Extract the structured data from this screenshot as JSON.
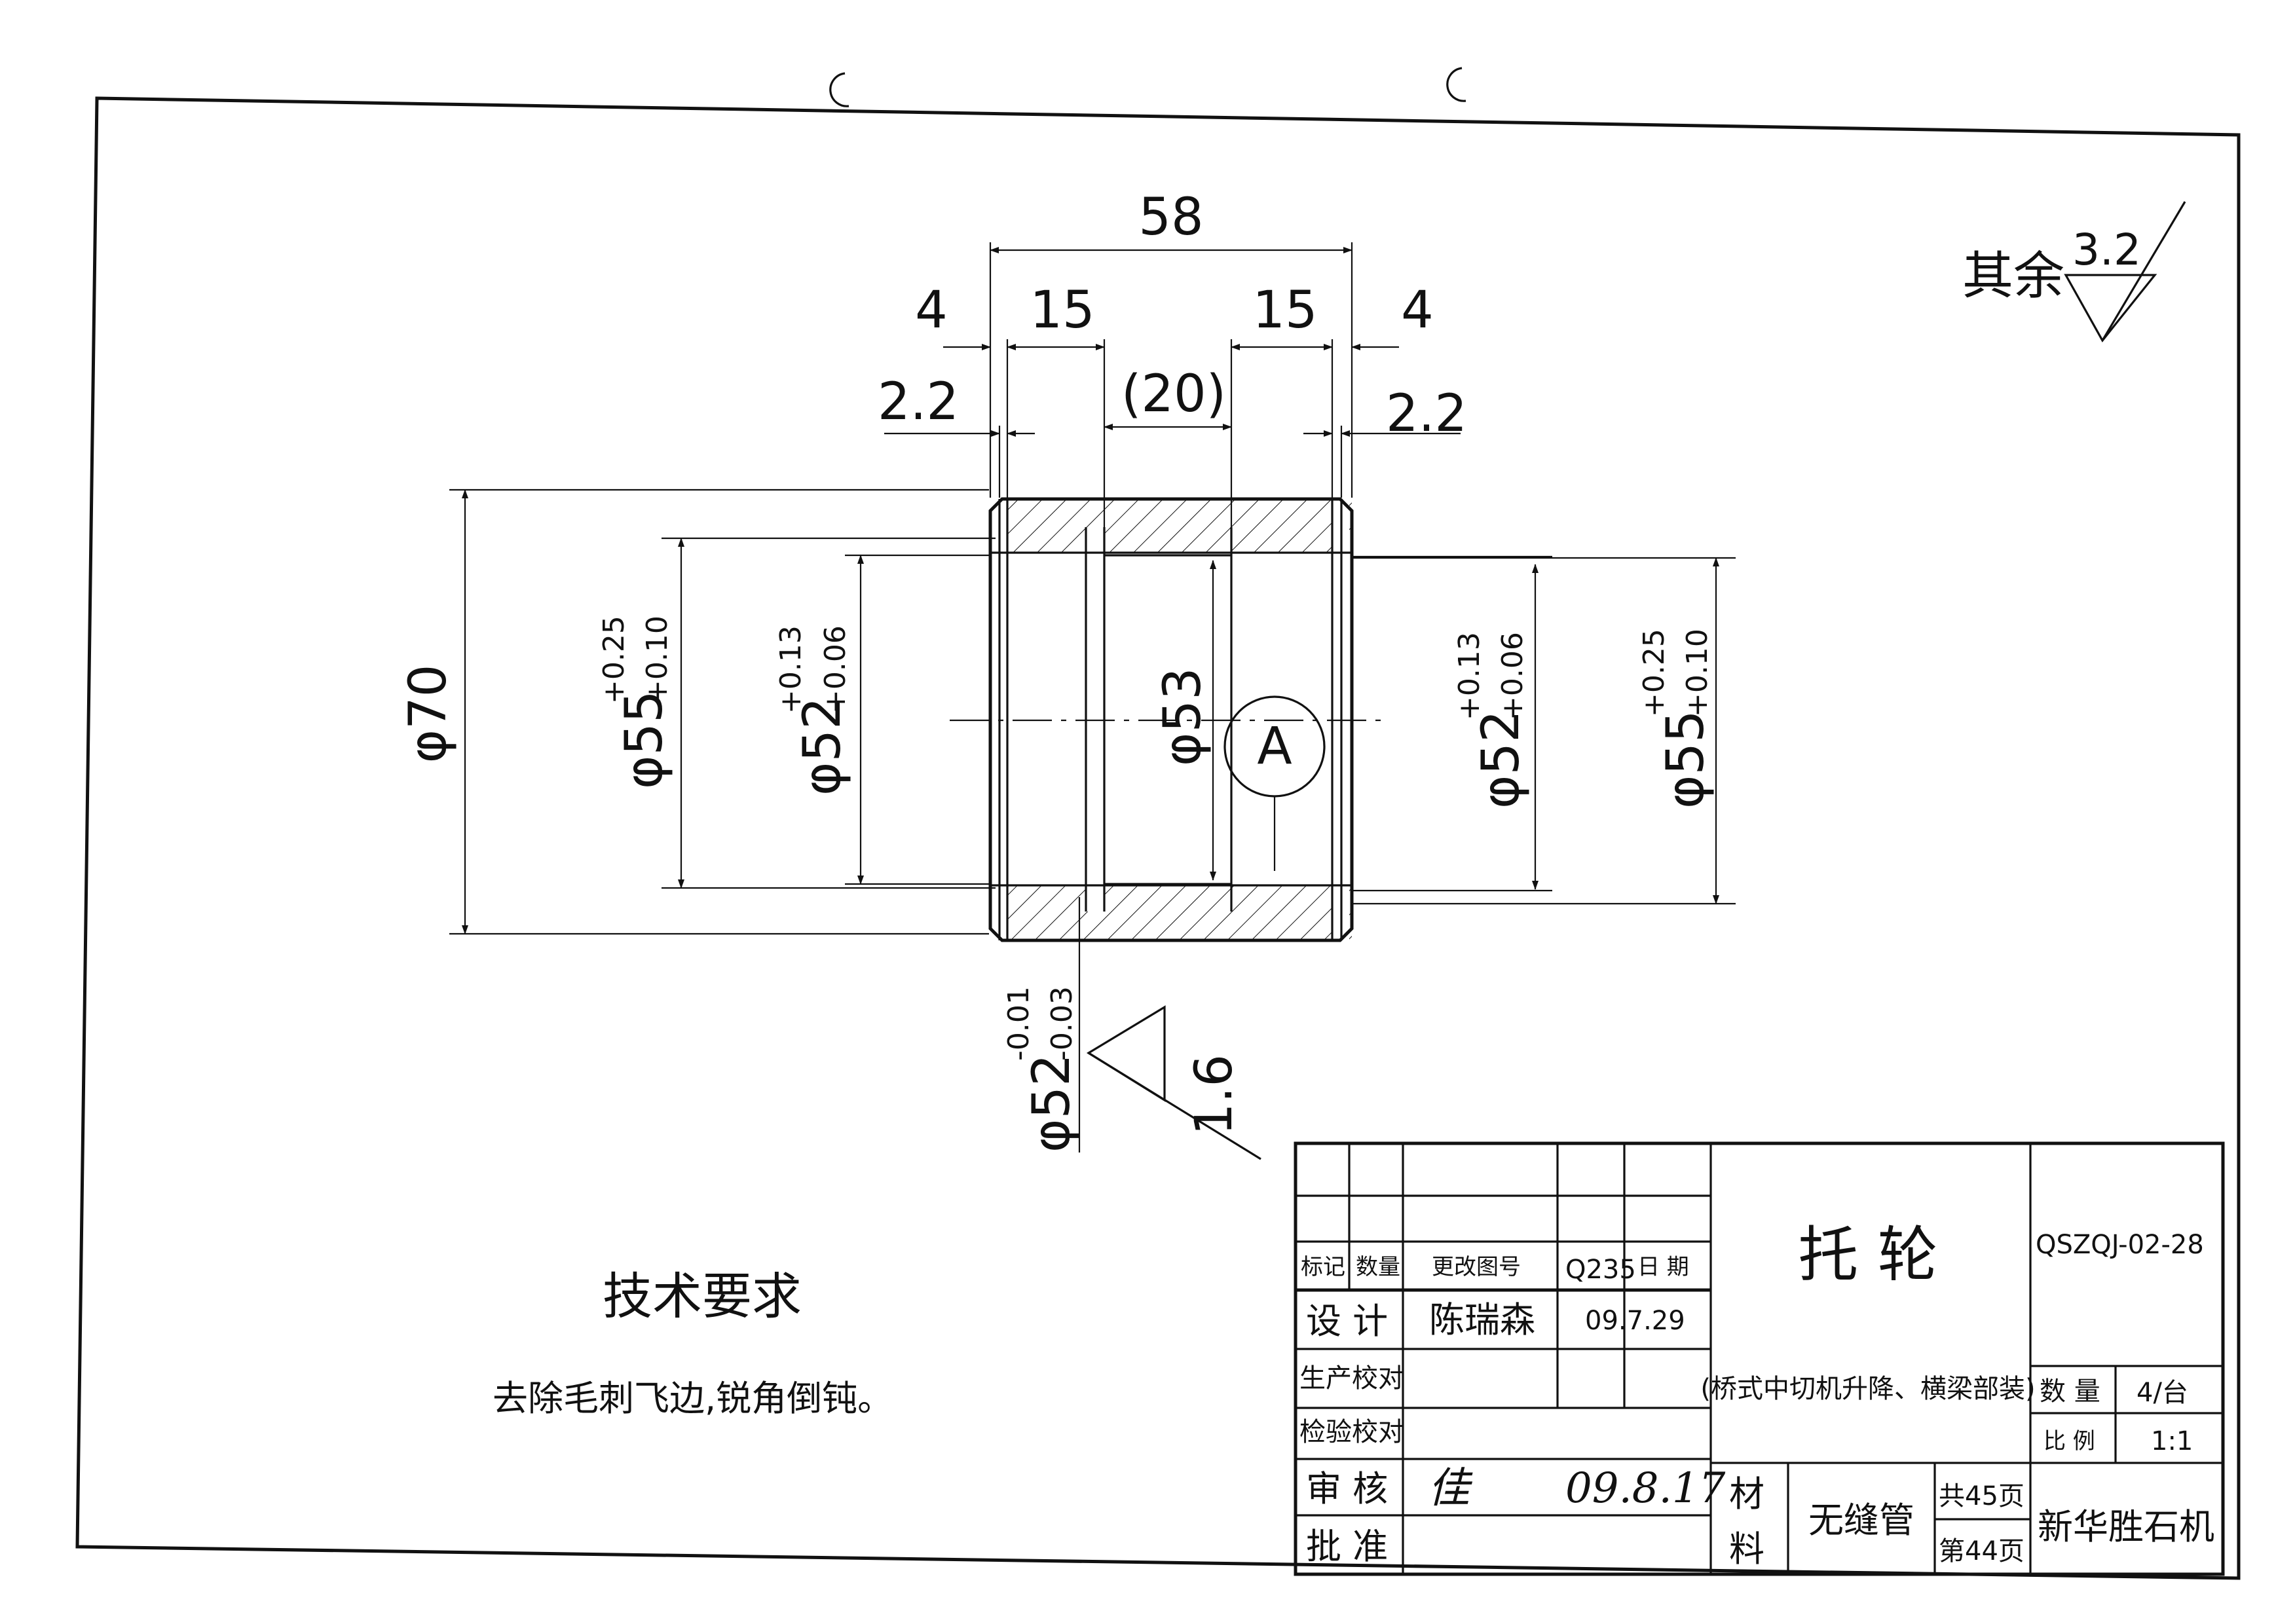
{
  "dimensions": {
    "overall_length": "58",
    "left_outer_4": "4",
    "left_15": "15",
    "center_20": "(20)",
    "right_15": "15",
    "right_outer_4": "4",
    "left_2_2": "2.2",
    "right_2_2": "2.2",
    "outer_dia": "φ70",
    "left_groove_dia": "φ55",
    "left_groove_tol_upper": "+0.25",
    "left_groove_tol_lower": "+0.10",
    "left_bore_dia": "φ52",
    "left_bore_tol_upper": "+0.13",
    "left_bore_tol_lower": "+0.06",
    "center_bore_dia": "φ53",
    "right_bore_dia": "φ52",
    "right_bore_tol_upper": "+0.13",
    "right_bore_tol_lower": "+0.06",
    "right_groove_dia": "φ55",
    "right_groove_tol_upper": "+0.25",
    "right_groove_tol_lower": "+0.10",
    "bottom_dia": "φ52",
    "bottom_tol_upper": "-0.01",
    "bottom_tol_lower": "-0.03"
  },
  "datum_label": "A",
  "roughness": {
    "general_prefix": "其余",
    "general_value": "3.2",
    "local_value": "1.6"
  },
  "technical_requirements": {
    "title": "技术要求",
    "text": "去除毛刺飞边,锐角倒钝。"
  },
  "title_block": {
    "mark_label": "标记",
    "qty_label": "数量",
    "change_label": "更改图号",
    "material_code": "Q235",
    "date_label": "日 期",
    "design_label": "设 计",
    "designer": "陈瑞森",
    "design_date": "09.7.29",
    "production_check_label": "生产校对",
    "inspection_check_label": "检验校对",
    "review_label": "审 核",
    "review_signature": "佳",
    "review_date": "09.8.17",
    "approve_label": "批 准",
    "part_name": "托      轮",
    "assembly": "(桥式中切机升降、横梁部装)",
    "drawing_no": "QSZQJ-02-28",
    "quantity_label": "数 量",
    "quantity": "4/台",
    "scale_label": "比 例",
    "scale": "1:1",
    "material_label_1": "材",
    "material_label_2": "料",
    "material": "无缝管",
    "total_pages": "共45页",
    "page_no": "第44页",
    "company": "新华胜石机"
  }
}
